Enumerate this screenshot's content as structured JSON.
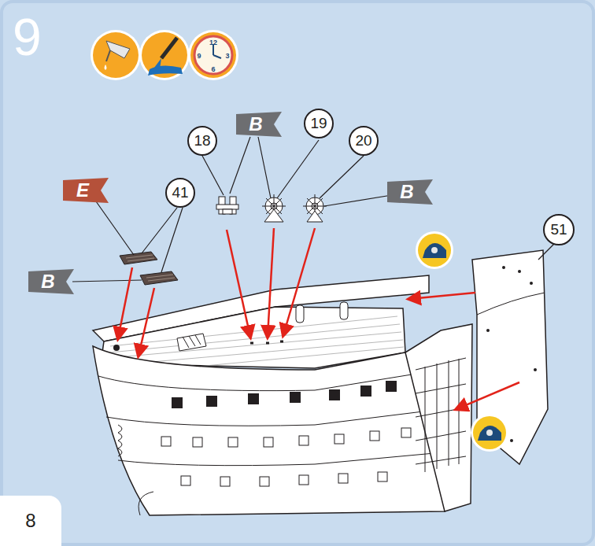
{
  "diagram": {
    "title": "9",
    "nodes": [
      {
        "text": [
          "B"
        ]
      },
      {
        "text": [
          "19"
        ]
      },
      {
        "text": [
          "18"
        ]
      },
      {
        "text": [
          "20"
        ]
      },
      {
        "text": [
          "E"
        ]
      },
      {
        "text": [
          "41"
        ]
      },
      {
        "text": [
          "B"
        ]
      },
      {
        "text": [
          "51"
        ]
      },
      {
        "text": [
          "B"
        ]
      },
      {
        "text": [
          "8"
        ]
      }
    ],
    "labels": [
      "12",
      "3",
      "6",
      "9"
    ]
  }
}
